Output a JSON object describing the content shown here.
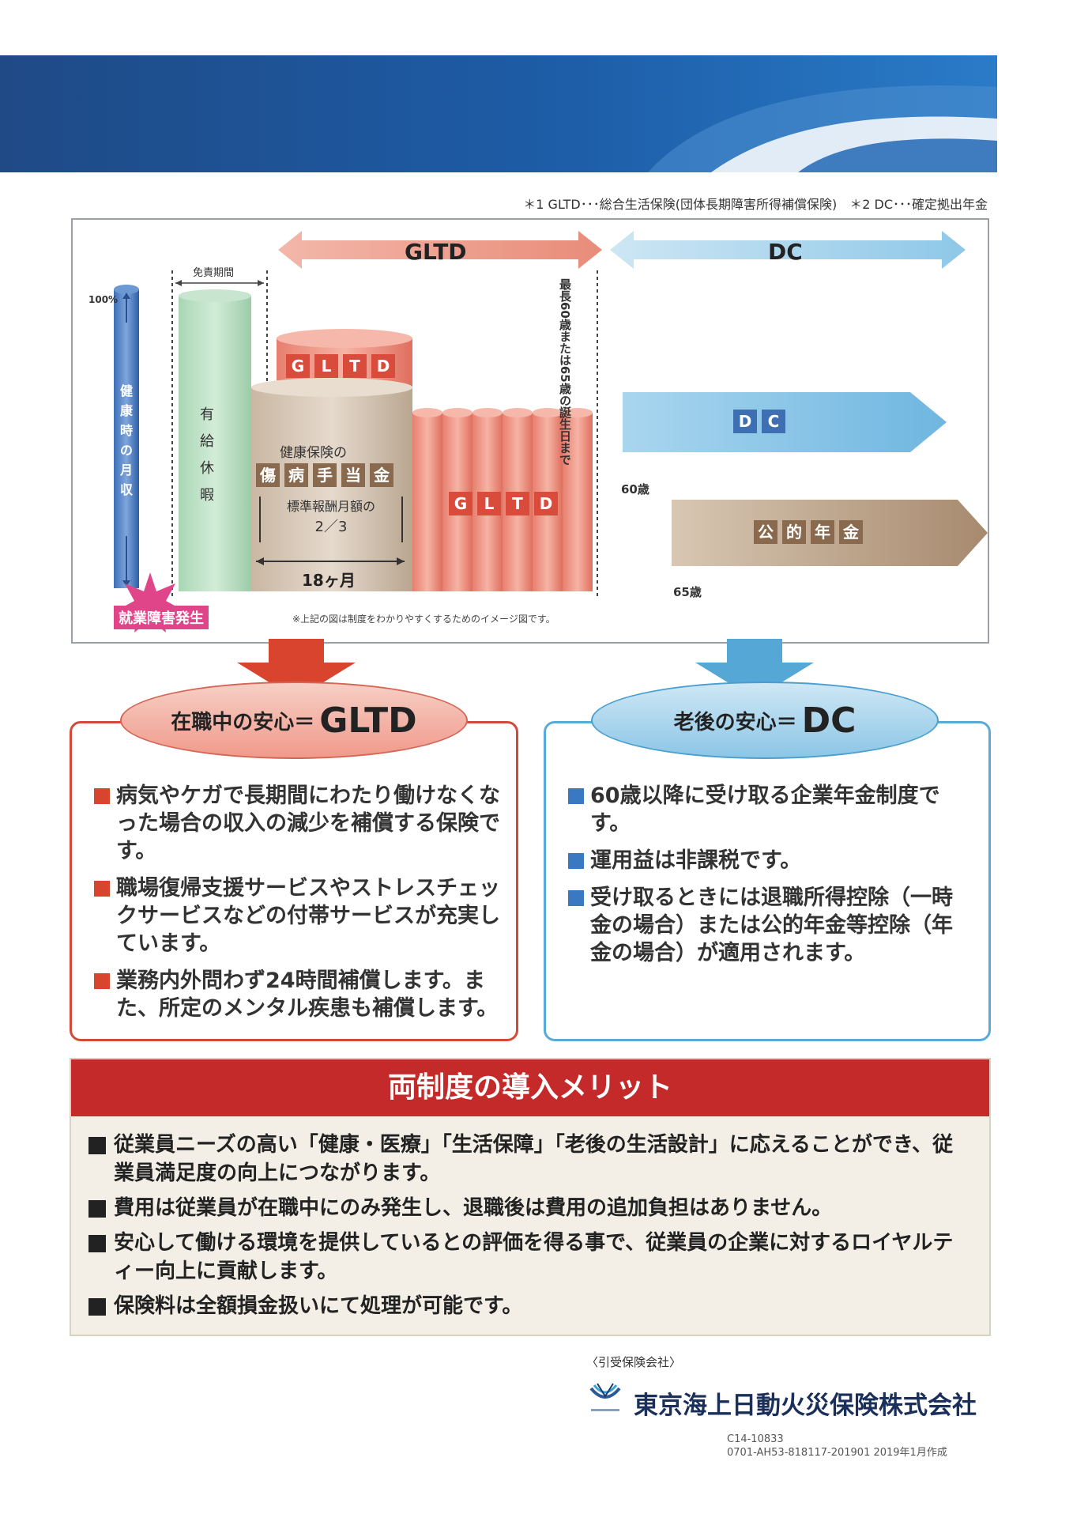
{
  "footnote": "＊1 GLTD･･･総合生活保険(団体長期障害所得補償保険)　＊2 DC･･･確定拠出年金",
  "diagram": {
    "arrow_gltd": "GLTD",
    "arrow_dc": "DC",
    "pct_100": "100%",
    "waiting_period": "免責期間",
    "health_income_chars": [
      "健",
      "康",
      "時",
      "の",
      "月",
      "収"
    ],
    "paid_leave_chars": [
      "有",
      "給",
      "休",
      "暇"
    ],
    "gltd_tiles": [
      "G",
      "L",
      "T",
      "D"
    ],
    "kenpo_label": "健康保険の",
    "shoubyou_tiles": [
      "傷",
      "病",
      "手",
      "当",
      "金"
    ],
    "standard_pay_line1": "標準報酬月額の",
    "standard_pay_line2": "2／3",
    "months_18": "18ヶ月",
    "max_age_line1": "最長60歳または",
    "max_age_line2": "65歳の誕生日まで",
    "dc_tiles": [
      "D",
      "C"
    ],
    "age_60": "60歳",
    "pension_tiles": [
      "公",
      "的",
      "年",
      "金"
    ],
    "age_65": "65歳",
    "disability_event": "就業障害発生",
    "image_note": "※上記の図は制度をわかりやすくするためのイメージ図です。"
  },
  "gltd_section": {
    "title_prefix": "在職中の安心＝",
    "title_main": "GLTD",
    "bullets": [
      "病気やケガで長期間にわたり働けなくなった場合の収入の減少を補償する保険です。",
      "職場復帰支援サービスやストレスチェックサービスなどの付帯サービスが充実しています。",
      "業務内外問わず24時間補償します。また、所定のメンタル疾患も補償します。"
    ]
  },
  "dc_section": {
    "title_prefix": "老後の安心＝",
    "title_main": "DC",
    "bullets": [
      "60歳以降に受け取る企業年金制度です。",
      "運用益は非課税です。",
      "受け取るときには退職所得控除（一時金の場合）または公的年金等控除（年金の場合）が適用されます。"
    ]
  },
  "merit": {
    "title": "両制度の導入メリット",
    "bullets": [
      "従業員ニーズの高い「健康・医療」「生活保障」「老後の生活設計」に応えることができ、従業員満足度の向上につながります。",
      "費用は従業員が在職中にのみ発生し、退職後は費用の追加負担はありません。",
      "安心して働ける環境を提供しているとの評価を得る事で、従業員の企業に対するロイヤルティー向上に貢献します。",
      "保険料は全額損金扱いにて処理が可能です。"
    ]
  },
  "insurer_label": "〈引受保険会社〉",
  "company_name": "東京海上日動火災保険株式会社",
  "codes": [
    "C14-10833",
    "0701-AH53-818117-201901 2019年1月作成"
  ],
  "colors": {
    "gltd_red": "#d94b3a",
    "dc_blue": "#5aaad8",
    "banner_blue": "#1f4a86",
    "merit_red": "#c52a2a"
  }
}
